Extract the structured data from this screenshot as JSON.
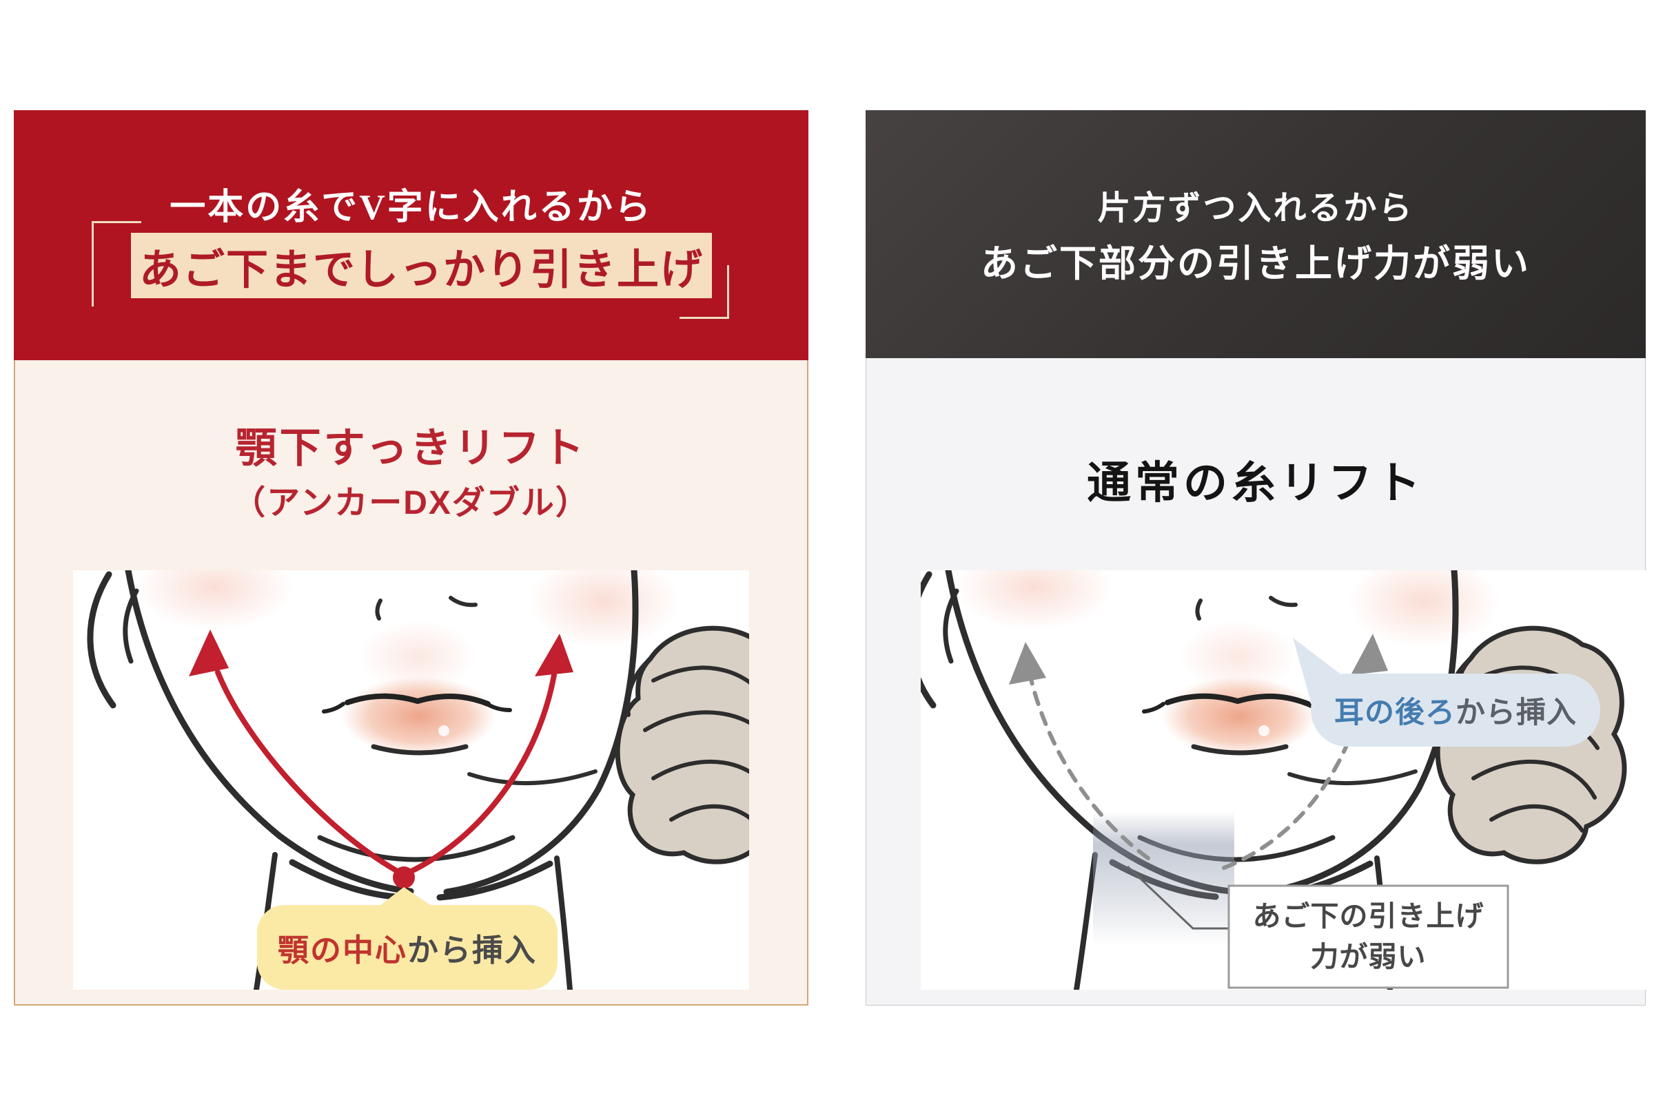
{
  "left_panel": {
    "header_line1": "一本の糸でV字に入れるから",
    "highlight": "あご下までしっかり引き上げ",
    "title": "顎下すっきリフト",
    "subtitle": "（アンカーDXダブル）",
    "chin_callout": {
      "em": "顎の中心",
      "rest": "から挿入"
    }
  },
  "right_panel": {
    "header_line1": "片方ずつ入れるから",
    "header_line2": "あご下部分の引き上げ力が弱い",
    "title": "通常の糸リフト",
    "ear_callout": {
      "em": "耳の後ろ",
      "rest": "から挿入"
    },
    "weak_box": {
      "line1": "あご下の引き上げ",
      "line2": "力が弱い"
    }
  },
  "colors": {
    "accent_red": "#b01421",
    "highlight_cream": "#f5dfc0",
    "dark_header": "#363232",
    "title_red": "#b72430",
    "callout_yellow": "#fbe9a6",
    "callout_blue_bg": "#dde6ef",
    "callout_blue_text": "#447cb0",
    "arrow_red": "#c2202e",
    "arrow_gray": "#8f8f8f"
  }
}
